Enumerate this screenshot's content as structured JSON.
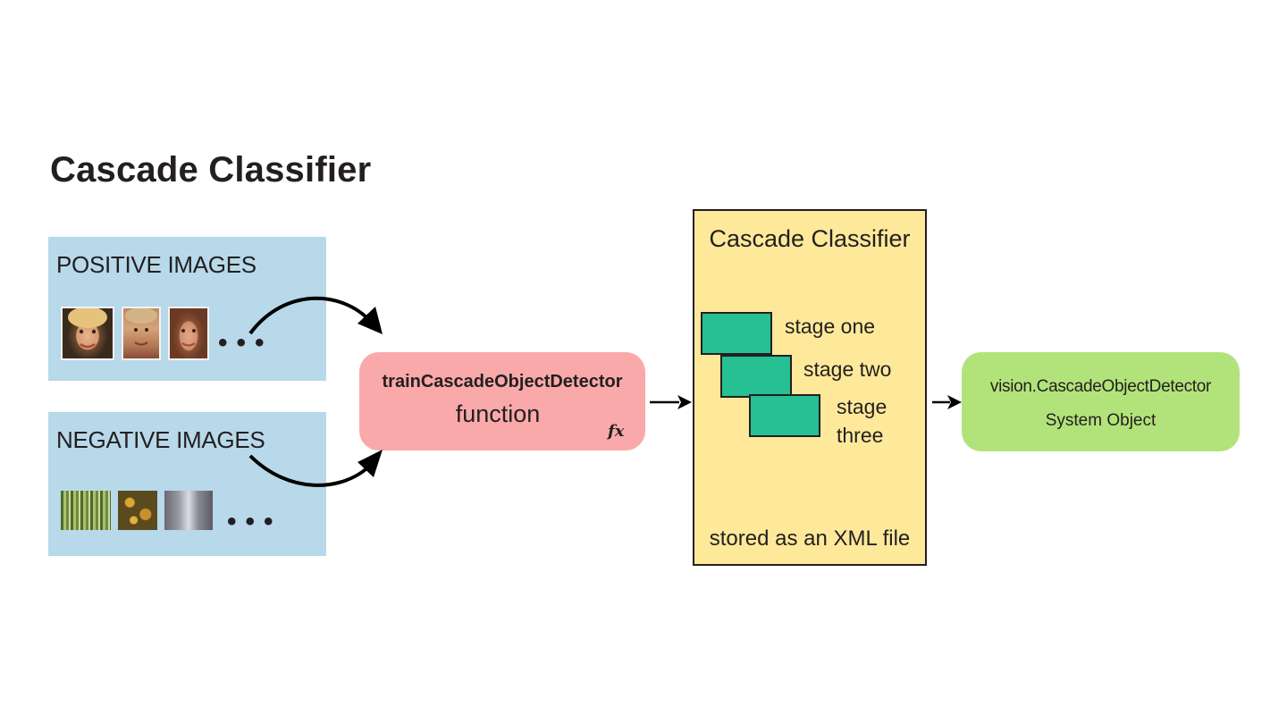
{
  "title": "Cascade Classifier",
  "positive": {
    "label": "POSITIVE IMAGES",
    "dots": "...",
    "thumbnails": [
      "face-image-1",
      "face-image-2",
      "face-image-3"
    ]
  },
  "negative": {
    "label": "NEGATIVE IMAGES",
    "dots": "...",
    "thumbnails": [
      "forest-image",
      "foliage-image",
      "street-image"
    ]
  },
  "function_box": {
    "name": "trainCascadeObjectDetector",
    "subtitle": "function",
    "icon_text": "fx"
  },
  "cascade": {
    "title": "Cascade Classifier",
    "stages": [
      "stage one",
      "stage two",
      "stage three"
    ],
    "stage_three_lines": [
      "stage",
      "three"
    ],
    "footer": "stored as an XML file"
  },
  "output_box": {
    "name": "vision.CascadeObjectDetector",
    "subtitle": "System Object"
  },
  "colors": {
    "image_panel": "#b7d9ea",
    "function_box": "#f9a9a9",
    "cascade_box": "#fee99a",
    "stage_fill": "#27c092",
    "output_box": "#b2e37a"
  }
}
